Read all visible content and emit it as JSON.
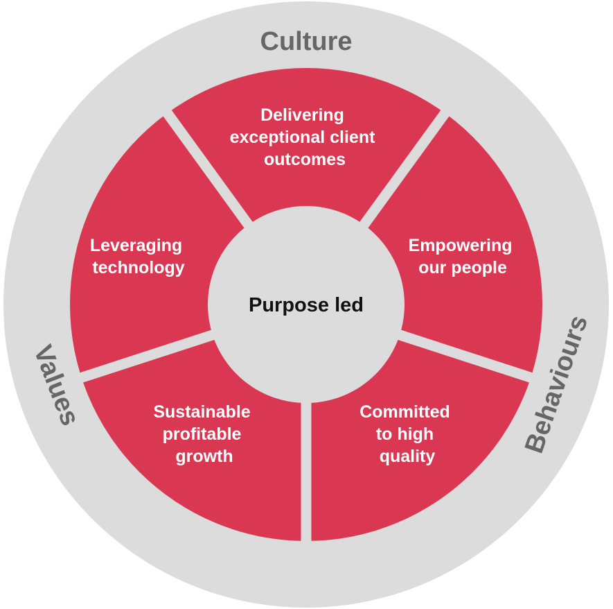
{
  "colors": {
    "ring": "#dcdcdc",
    "segment": "#d93752",
    "ring_text": "#666666",
    "center_text": "#111111"
  },
  "outer_ring": {
    "top": "Culture",
    "left": "Values",
    "right": "Behaviours"
  },
  "center": {
    "label": "Purpose led"
  },
  "segments": [
    {
      "lines": [
        "Delivering",
        "exceptional client",
        "outcomes"
      ]
    },
    {
      "lines": [
        "Empowering",
        "our people"
      ]
    },
    {
      "lines": [
        "Committed",
        "to high",
        "quality"
      ]
    },
    {
      "lines": [
        "Sustainable",
        "profitable",
        "growth"
      ]
    },
    {
      "lines": [
        "Leveraging",
        "technology"
      ]
    }
  ]
}
